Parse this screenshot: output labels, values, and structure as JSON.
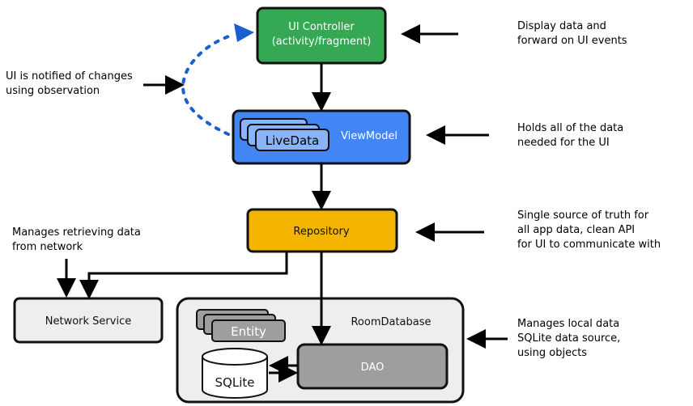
{
  "nodes": {
    "ui_controller": {
      "line1": "UI Controller",
      "line2": "(activity/fragment)",
      "color": "#34a853"
    },
    "viewmodel": {
      "label": "ViewModel",
      "color": "#4285f4"
    },
    "livedata": {
      "label": "LiveData",
      "color": "#8ab4f8"
    },
    "repository": {
      "label": "Repository",
      "color": "#f4b400"
    },
    "network_service": {
      "label": "Network Service",
      "color": "#eeeeee"
    },
    "room_database": {
      "label": "RoomDatabase",
      "color": "#eeeeee"
    },
    "entity": {
      "label": "Entity",
      "color": "#9e9e9e"
    },
    "dao": {
      "label": "DAO",
      "color": "#9e9e9e"
    },
    "sqlite": {
      "label": "SQLite",
      "color": "#ffffff"
    }
  },
  "annotations": {
    "ui_controller": [
      "Display data and",
      "forward on UI events"
    ],
    "observation": [
      "UI is notified of changes",
      "using observation"
    ],
    "viewmodel": [
      "Holds all of the data",
      "needed for the UI"
    ],
    "repository": [
      "Single source of truth for",
      "all app data, clean API",
      "for UI to communicate with"
    ],
    "network": [
      "Manages retrieving data",
      "from network"
    ],
    "room": [
      "Manages local data",
      "SQLite data source,",
      "using objects"
    ]
  },
  "colors": {
    "arrow": "#000000",
    "observe_arrow": "#1a5fd1"
  }
}
